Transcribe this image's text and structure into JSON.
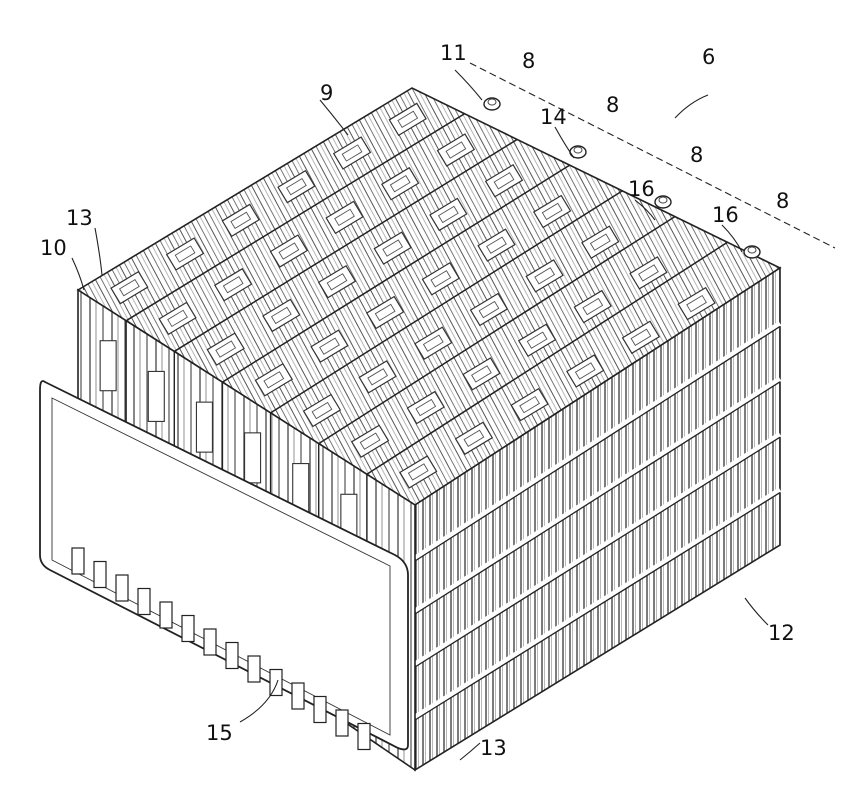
{
  "figure": {
    "reference_labels": [
      {
        "id": "label-6",
        "text": "6"
      },
      {
        "id": "label-11",
        "text": "11"
      },
      {
        "id": "label-8a",
        "text": "8"
      },
      {
        "id": "label-8b",
        "text": "8"
      },
      {
        "id": "label-8c",
        "text": "8"
      },
      {
        "id": "label-8d",
        "text": "8"
      },
      {
        "id": "label-9",
        "text": "9"
      },
      {
        "id": "label-14",
        "text": "14"
      },
      {
        "id": "label-16a",
        "text": "16"
      },
      {
        "id": "label-16b",
        "text": "16"
      },
      {
        "id": "label-13a",
        "text": "13"
      },
      {
        "id": "label-10",
        "text": "10"
      },
      {
        "id": "label-12",
        "text": "12"
      },
      {
        "id": "label-15",
        "text": "15"
      },
      {
        "id": "label-13b",
        "text": "13"
      }
    ]
  }
}
